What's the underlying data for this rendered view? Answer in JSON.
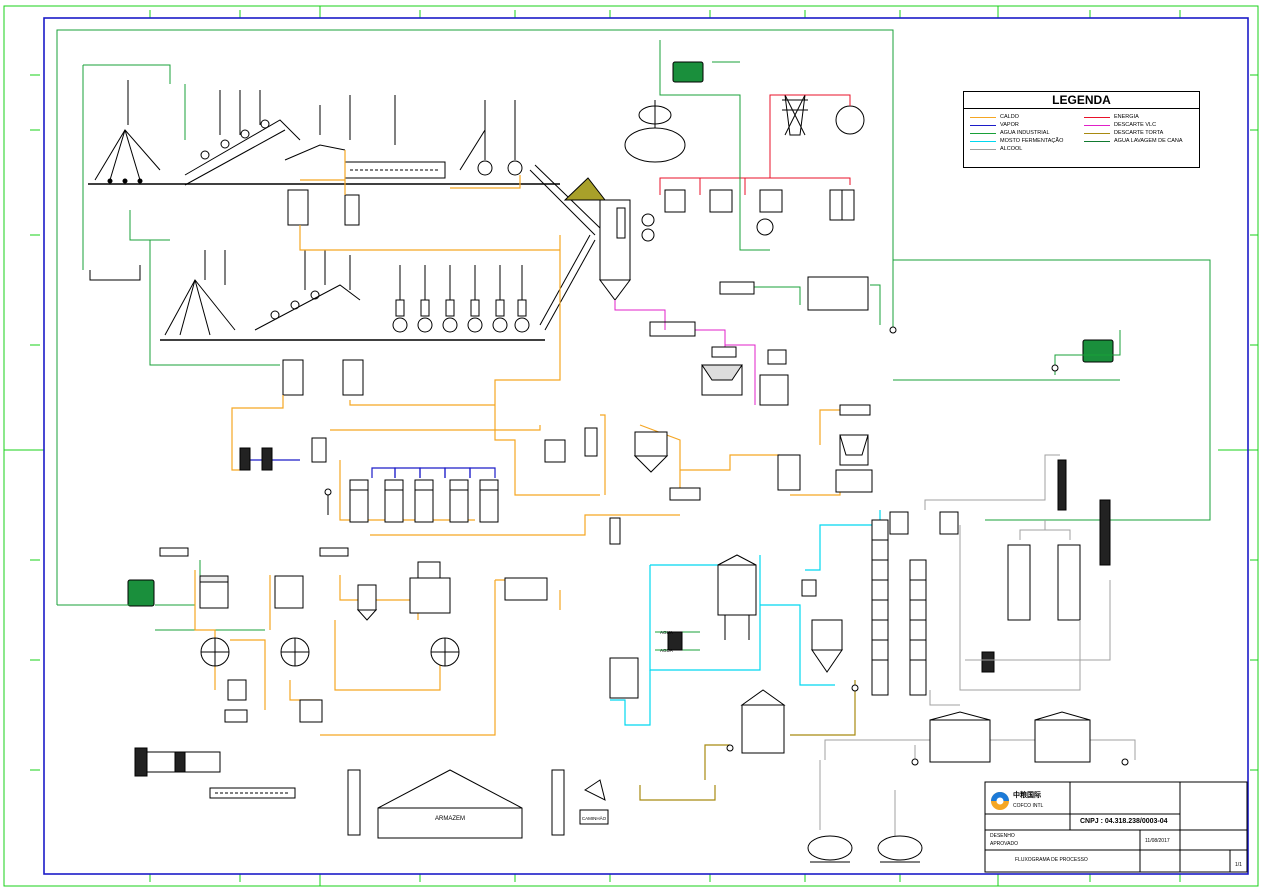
{
  "legend": {
    "title": "LEGENDA",
    "items_left": [
      {
        "label": "CALDO",
        "color": "#f5a623"
      },
      {
        "label": "VAPOR",
        "color": "#1c1cc8"
      },
      {
        "label": "AGUA INDUSTRIAL",
        "color": "#18a038"
      },
      {
        "label": "MOSTO FERMENTAÇÃO",
        "color": "#00d8f0"
      },
      {
        "label": "ALCOOL",
        "color": "#a0a0a0"
      }
    ],
    "items_right": [
      {
        "label": "ENERGIA",
        "color": "#e8122a"
      },
      {
        "label": "DESCARTE VLC",
        "color": "#e020c8"
      },
      {
        "label": "DESCARTE TORTA",
        "color": "#a88a10"
      },
      {
        "label": "AGUA LAVAGEM DE CANA",
        "color": "#117a30"
      }
    ]
  },
  "labels": {
    "armazem": "ARMAZEM",
    "caminhao": "CAMINHÃO",
    "agua_1": "AGUA",
    "agua_2": "AGUA"
  },
  "title_block": {
    "company_cn": "中粮国际",
    "company_en": "COFCO INTL",
    "cnpj": "CNPJ : 04.318.238/0003-04",
    "drawing_title": "FLUXOGRAMA DE PROCESSO",
    "date": "11/08/2017",
    "field_left_1": "DESENHO",
    "field_left_2": "APROVADO",
    "sheet_no": "1/1"
  },
  "colors": {
    "border": "#1c1cc8",
    "frame_green": "#18d018",
    "caldo": "#f5a623",
    "vapor": "#1c1cc8",
    "agua": "#18a038",
    "mosto": "#00d8f0",
    "alcool": "#a0a0a0",
    "energia": "#e8122a",
    "vlc": "#e020c8",
    "torta": "#a88a10",
    "equipment_green": "#1a8f3c"
  }
}
